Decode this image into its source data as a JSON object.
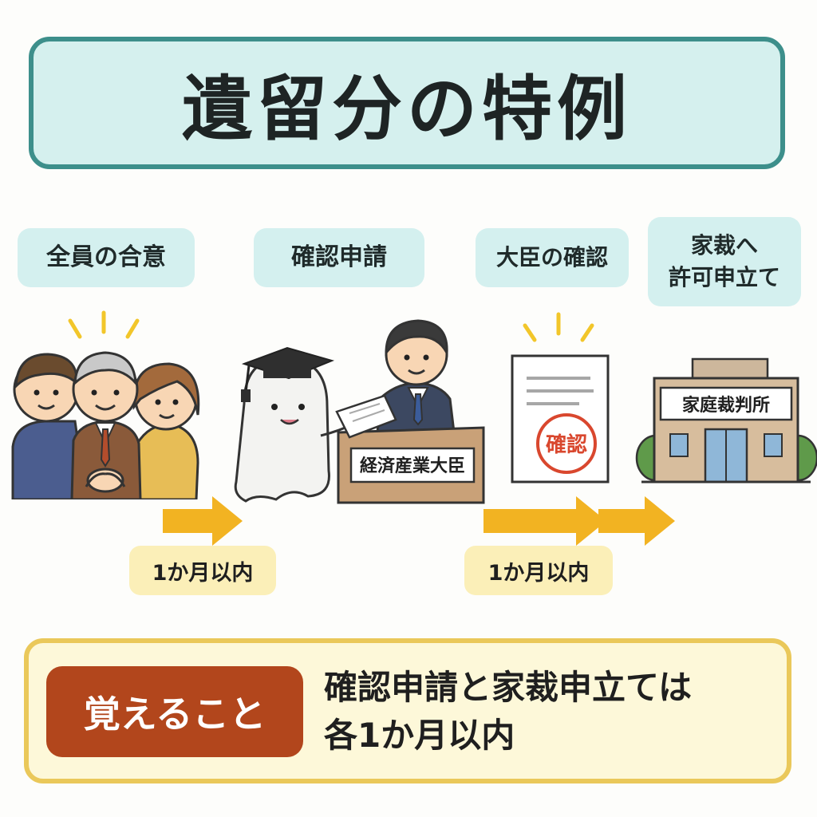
{
  "title": "遺留分の特例",
  "steps": [
    {
      "label": "全員の合意"
    },
    {
      "label": "確認申請"
    },
    {
      "label": "大臣の確認"
    },
    {
      "label": "家裁へ\n許可申立て"
    }
  ],
  "desk_sign": "経済産業大臣",
  "document_stamp": "確認",
  "court_sign": "家庭裁判所",
  "durations": [
    "1か月以内",
    "1か月以内"
  ],
  "memo": {
    "tag": "覚えること",
    "line1": "確認申請と家裁申立ては",
    "line2": "各1か月以内"
  },
  "colors": {
    "title_border": "#3d8f8b",
    "title_bg": "#d5f0ee",
    "arrow": "#f2b322",
    "memo_tag": "#b2461c"
  }
}
